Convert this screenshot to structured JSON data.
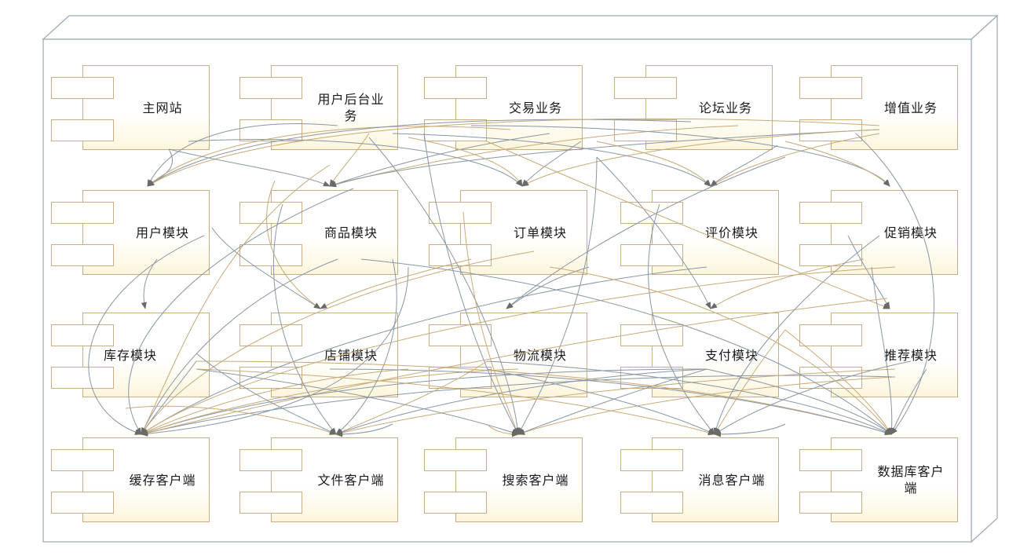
{
  "diagram": {
    "components": [
      {
        "id": "main-site",
        "label": "主网站"
      },
      {
        "id": "user-backend",
        "label": "用户后台业务"
      },
      {
        "id": "trade",
        "label": "交易业务"
      },
      {
        "id": "forum",
        "label": "论坛业务"
      },
      {
        "id": "value-added",
        "label": "增值业务"
      },
      {
        "id": "user-module",
        "label": "用户模块"
      },
      {
        "id": "product-module",
        "label": "商品模块"
      },
      {
        "id": "order-module",
        "label": "订单模块"
      },
      {
        "id": "review-module",
        "label": "评价模块"
      },
      {
        "id": "promo-module",
        "label": "促销模块"
      },
      {
        "id": "inventory-module",
        "label": "库存模块"
      },
      {
        "id": "shop-module",
        "label": "店铺模块"
      },
      {
        "id": "logistics-module",
        "label": "物流模块"
      },
      {
        "id": "payment-module",
        "label": "支付模块"
      },
      {
        "id": "recommend-module",
        "label": "推荐模块"
      },
      {
        "id": "cache-client",
        "label": "缓存客户端"
      },
      {
        "id": "file-client",
        "label": "文件客户端"
      },
      {
        "id": "search-client",
        "label": "搜索客户端"
      },
      {
        "id": "message-client",
        "label": "消息客户端"
      },
      {
        "id": "db-client",
        "label": "数据库客户端"
      }
    ],
    "colors": {
      "component_border": "#c7ae86",
      "component_fill_bottom": "#fdf6dd",
      "edge_gray": "#8a96a3",
      "edge_tan": "#c8aa78",
      "frame": "#9aa8b8",
      "arrowhead": "#6a6a6a"
    }
  }
}
